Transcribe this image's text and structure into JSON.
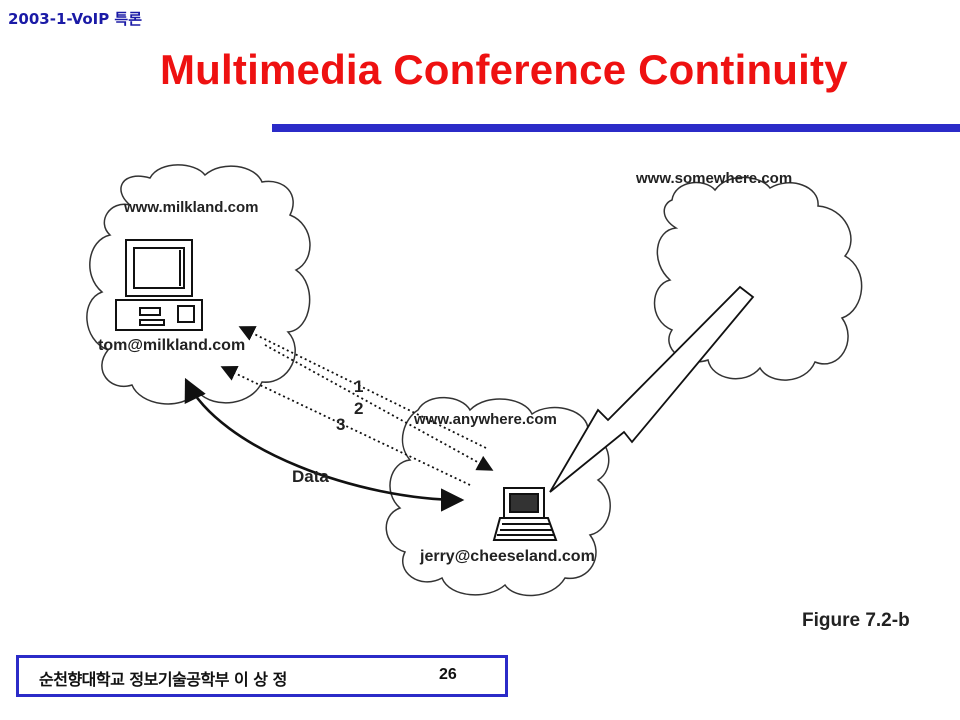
{
  "header": {
    "course_tag": "2003-1-VoIP 특론",
    "title": "Multimedia Conference Continuity",
    "accent_color": "#2b2bc8",
    "title_color": "#ee1111"
  },
  "diagram": {
    "clouds": [
      {
        "label": "www.milkland.com"
      },
      {
        "label": "www.somewhere.com"
      },
      {
        "label": "www.anywhere.com"
      }
    ],
    "host_labels": {
      "milkland_user": "tom@milkland.com",
      "anywhere_user": "jerry@cheeseland.com"
    },
    "flow_labels": [
      "1",
      "2",
      "3"
    ],
    "data_label": "Data",
    "figure_caption": "Figure 7.2-b"
  },
  "footer": {
    "affiliation": "순천향대학교 정보기술공학부   이 상 정",
    "page_number": "26"
  }
}
